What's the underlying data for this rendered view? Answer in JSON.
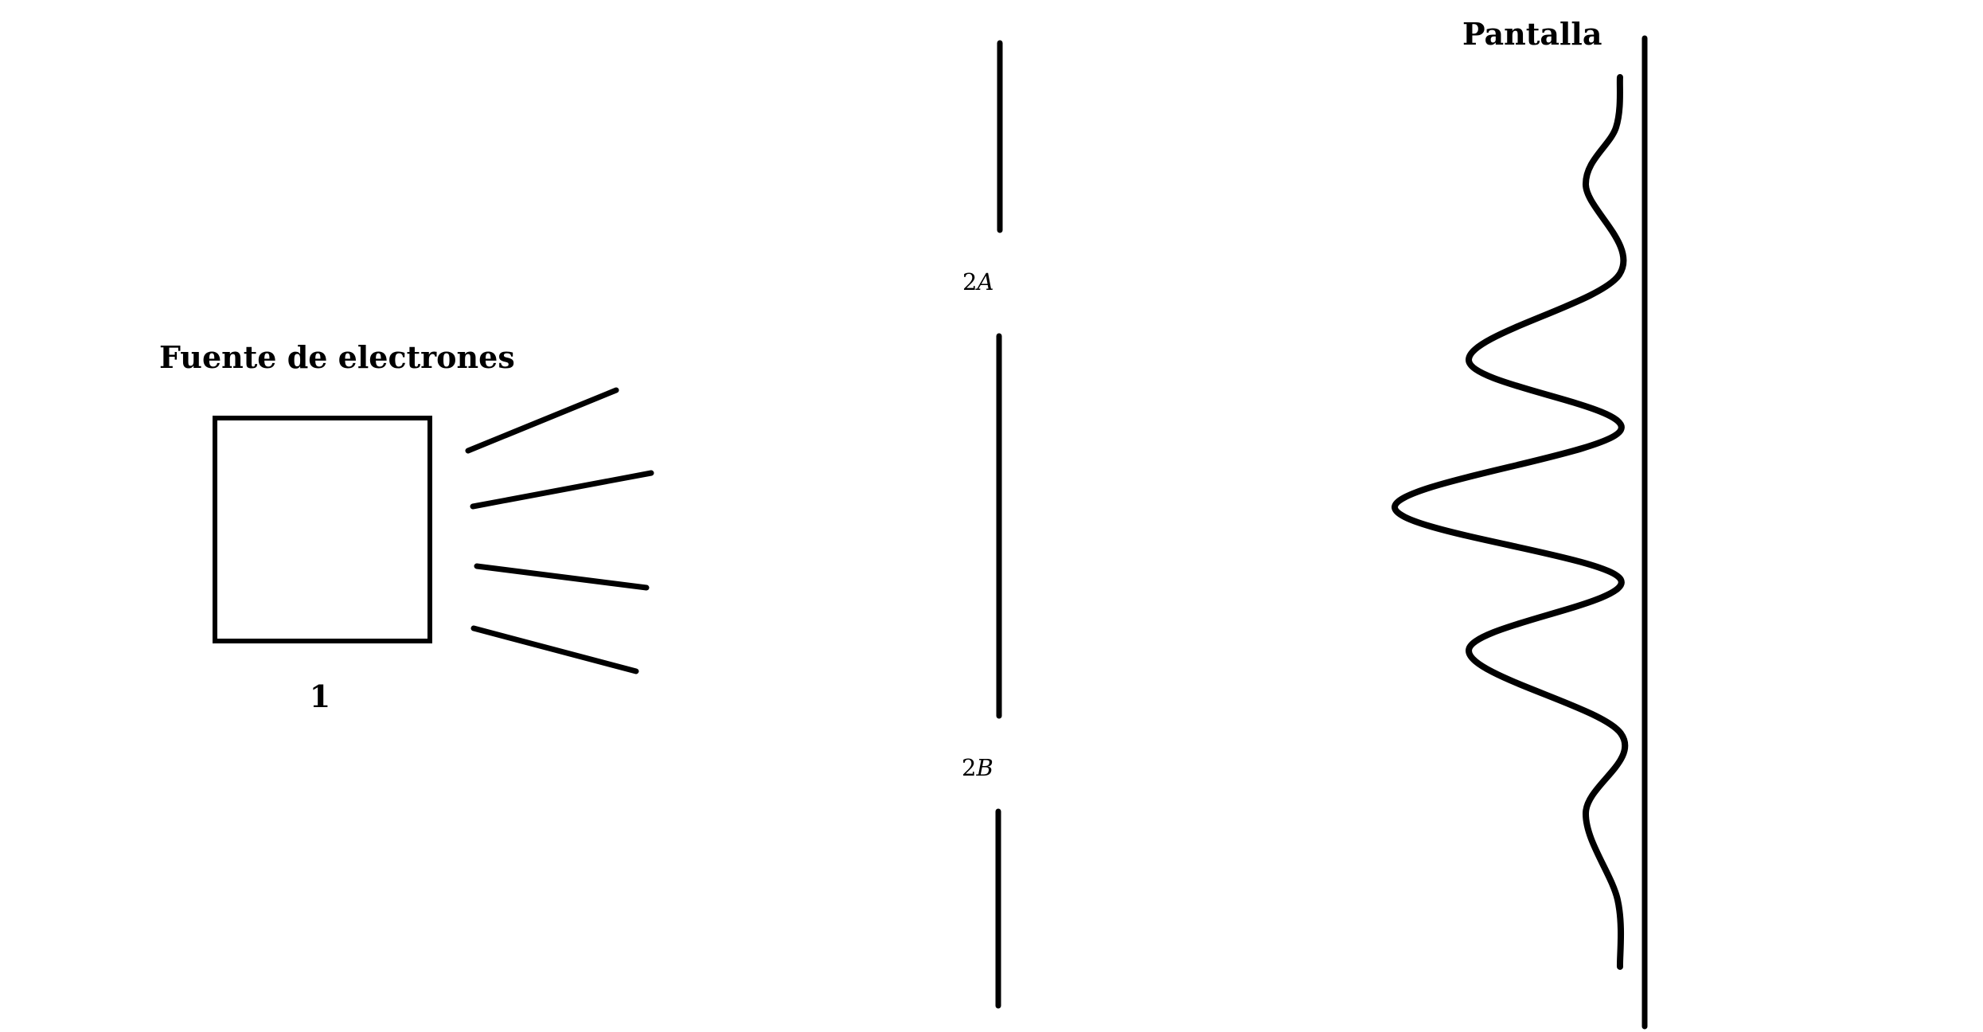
{
  "labels": {
    "source_title": "Fuente de electrones",
    "source_number": "1",
    "screen_title": "Pantalla",
    "slit_a_prefix": "2",
    "slit_a_letter": "A",
    "slit_b_prefix": "2",
    "slit_b_letter": "B"
  },
  "colors": {
    "ink": "#000000",
    "background": "#ffffff"
  }
}
